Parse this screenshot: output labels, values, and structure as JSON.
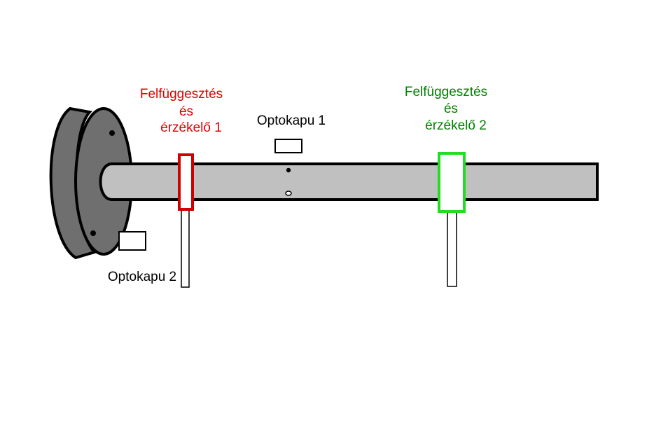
{
  "labels": {
    "suspension1": {
      "line1": "Felfüggesztés",
      "line2": "és",
      "line3": "érzékelő 1",
      "color": "#e00000"
    },
    "suspension2": {
      "line1": "Felfüggesztés",
      "line2": "és",
      "line3": "érzékelő 2",
      "color": "#008000"
    },
    "optogate1": "Optokapu 1",
    "optogate2": "Optokapu 2"
  },
  "colors": {
    "shaft_fill": "#c0c0c0",
    "flange_fill": "#6f6f6f",
    "outline": "#000000",
    "sensor1_outline": "#d00000",
    "sensor2_outline": "#22dd22",
    "background": "#ffffff"
  }
}
